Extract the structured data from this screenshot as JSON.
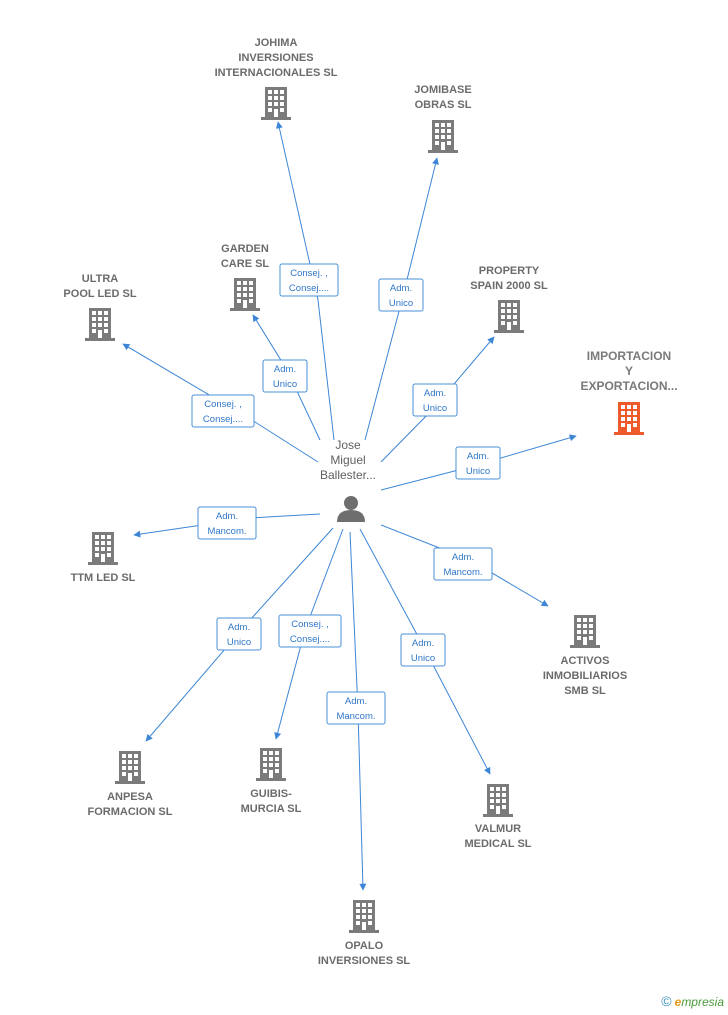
{
  "center": {
    "name_lines": [
      "Jose",
      "Miguel",
      "Ballester..."
    ],
    "icon": "person-icon"
  },
  "companies": [
    {
      "id": "johima",
      "label_lines": [
        "JOHIMA",
        "INVERSIONES",
        "INTERNACIONALES SL"
      ],
      "highlight": false
    },
    {
      "id": "jomibase",
      "label_lines": [
        "JOMIBASE",
        "OBRAS SL"
      ],
      "highlight": false
    },
    {
      "id": "garden-care",
      "label_lines": [
        "GARDEN",
        "CARE  SL"
      ],
      "highlight": false
    },
    {
      "id": "ultra-pool",
      "label_lines": [
        "ULTRA",
        "POOL LED  SL"
      ],
      "highlight": false
    },
    {
      "id": "property-spain",
      "label_lines": [
        "PROPERTY",
        "SPAIN 2000  SL"
      ],
      "highlight": false
    },
    {
      "id": "importacion",
      "label_lines": [
        "IMPORTACION",
        "Y",
        "EXPORTACION..."
      ],
      "highlight": true
    },
    {
      "id": "ttm-led",
      "label_lines": [
        "TTM LED  SL"
      ],
      "highlight": false
    },
    {
      "id": "activos",
      "label_lines": [
        "ACTIVOS",
        "INMOBILIARIOS",
        "SMB  SL"
      ],
      "highlight": false
    },
    {
      "id": "anpesa",
      "label_lines": [
        "ANPESA",
        "FORMACION SL"
      ],
      "highlight": false
    },
    {
      "id": "guibis",
      "label_lines": [
        "GUIBIS-",
        "MURCIA SL"
      ],
      "highlight": false
    },
    {
      "id": "valmur",
      "label_lines": [
        "VALMUR",
        "MEDICAL SL"
      ],
      "highlight": false
    },
    {
      "id": "opalo",
      "label_lines": [
        "OPALO",
        "INVERSIONES SL"
      ],
      "highlight": false
    }
  ],
  "roles": [
    {
      "target": "johima",
      "lines": [
        "Consej. ,",
        "Consej...."
      ]
    },
    {
      "target": "jomibase",
      "lines": [
        "Adm.",
        "Unico"
      ]
    },
    {
      "target": "garden-care",
      "lines": [
        "Adm.",
        "Unico"
      ]
    },
    {
      "target": "ultra-pool",
      "lines": [
        "Consej. ,",
        "Consej...."
      ]
    },
    {
      "target": "property-spain",
      "lines": [
        "Adm.",
        "Unico"
      ]
    },
    {
      "target": "importacion",
      "lines": [
        "Adm.",
        "Unico"
      ]
    },
    {
      "target": "ttm-led",
      "lines": [
        "Adm.",
        "Mancom."
      ]
    },
    {
      "target": "activos",
      "lines": [
        "Adm.",
        "Mancom."
      ]
    },
    {
      "target": "anpesa",
      "lines": [
        "Adm.",
        "Unico"
      ]
    },
    {
      "target": "guibis",
      "lines": [
        "Consej. ,",
        "Consej...."
      ]
    },
    {
      "target": "valmur",
      "lines": [
        "Adm.",
        "Unico"
      ]
    },
    {
      "target": "opalo",
      "lines": [
        "Adm.",
        "Mancom."
      ]
    }
  ],
  "colors": {
    "edge": "#3d86d6",
    "building": "#7b7b7b",
    "building_highlight": "#ef5a2a",
    "person": "#6e6e6e"
  },
  "footer": {
    "copyright_symbol": "©",
    "brand_initial": "e",
    "brand_rest": "mpresia"
  }
}
